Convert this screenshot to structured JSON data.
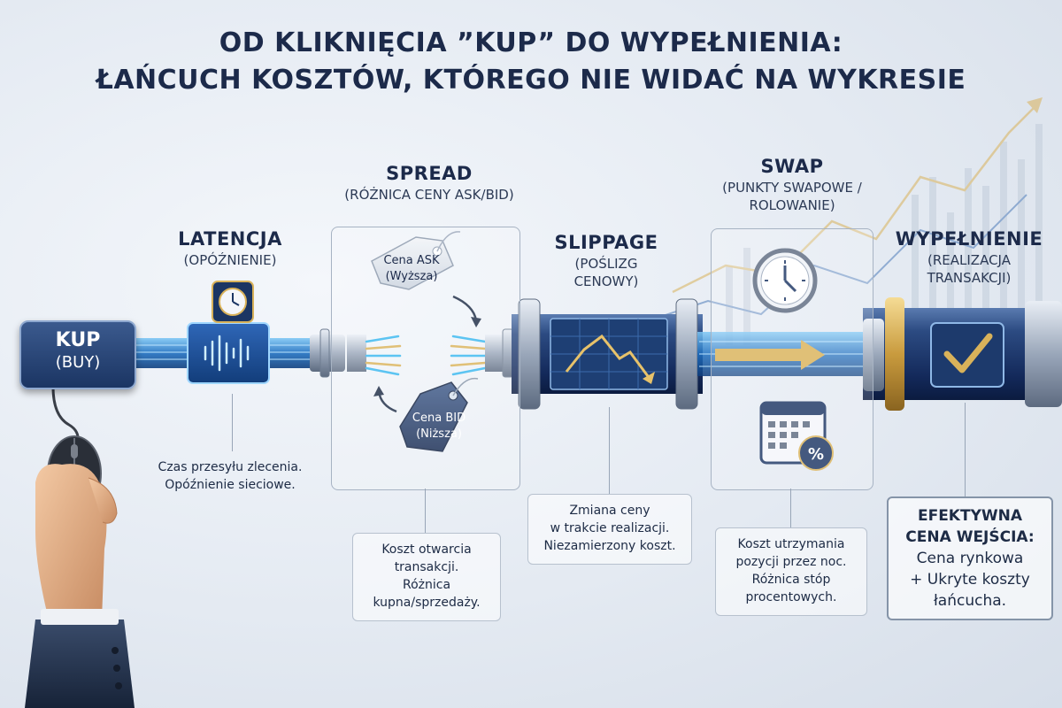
{
  "title": {
    "line1": "OD KLIKNIĘCIA ”KUP” DO WYPEŁNIENIA:",
    "line2": "ŁAŃCUCH KOSZTÓW, KTÓREGO NIE WIDAĆ NA WYKRESIE"
  },
  "buy_button": {
    "line1": "KUP",
    "line2": "(BUY)"
  },
  "latency": {
    "heading": "LATENCJA",
    "sub": "(OPÓŹNIENIE)",
    "desc_line1": "Czas przesyłu zlecenia.",
    "desc_line2": "Opóźnienie sieciowe."
  },
  "spread": {
    "heading": "SPREAD",
    "sub": "(RÓŻNICA CENY ASK/BID)",
    "ask_line1": "Cena ASK",
    "ask_line2": "(Wyższa)",
    "bid_line1": "Cena BID",
    "bid_line2": "(Niższa)",
    "desc_line1": "Koszt otwarcia",
    "desc_line2": "transakcji.",
    "desc_line3": "Różnica",
    "desc_line4": "kupna/sprzedaży."
  },
  "slippage": {
    "heading": "SLIPPAGE",
    "sub_line1": "(POŚLIZG",
    "sub_line2": "CENOWY)",
    "desc_line1": "Zmiana ceny",
    "desc_line2": "w trakcie realizacji.",
    "desc_line3": "Niezamierzony koszt."
  },
  "swap": {
    "heading": "SWAP",
    "sub_line1": "(PUNKTY SWAPOWE /",
    "sub_line2": "ROLOWANIE)",
    "desc_line1": "Koszt utrzymania",
    "desc_line2": "pozycji przez noc.",
    "desc_line3": "Różnica stóp",
    "desc_line4": "procentowych."
  },
  "fill": {
    "heading": "WYPEŁNIENIE",
    "sub_line1": "(REALIZACJA",
    "sub_line2": "TRANSAKCJI)",
    "desc_line1": "EFEKTYWNA",
    "desc_line2": "CENA WEJŚCIA:",
    "desc_line3": "Cena rynkowa",
    "desc_line4": "+ Ukryte koszty",
    "desc_line5": "łańcucha."
  },
  "colors": {
    "navy": "#1b3563",
    "gold": "#d9b25a",
    "cyan": "#39b7f0",
    "background": "#e4eaf2"
  }
}
